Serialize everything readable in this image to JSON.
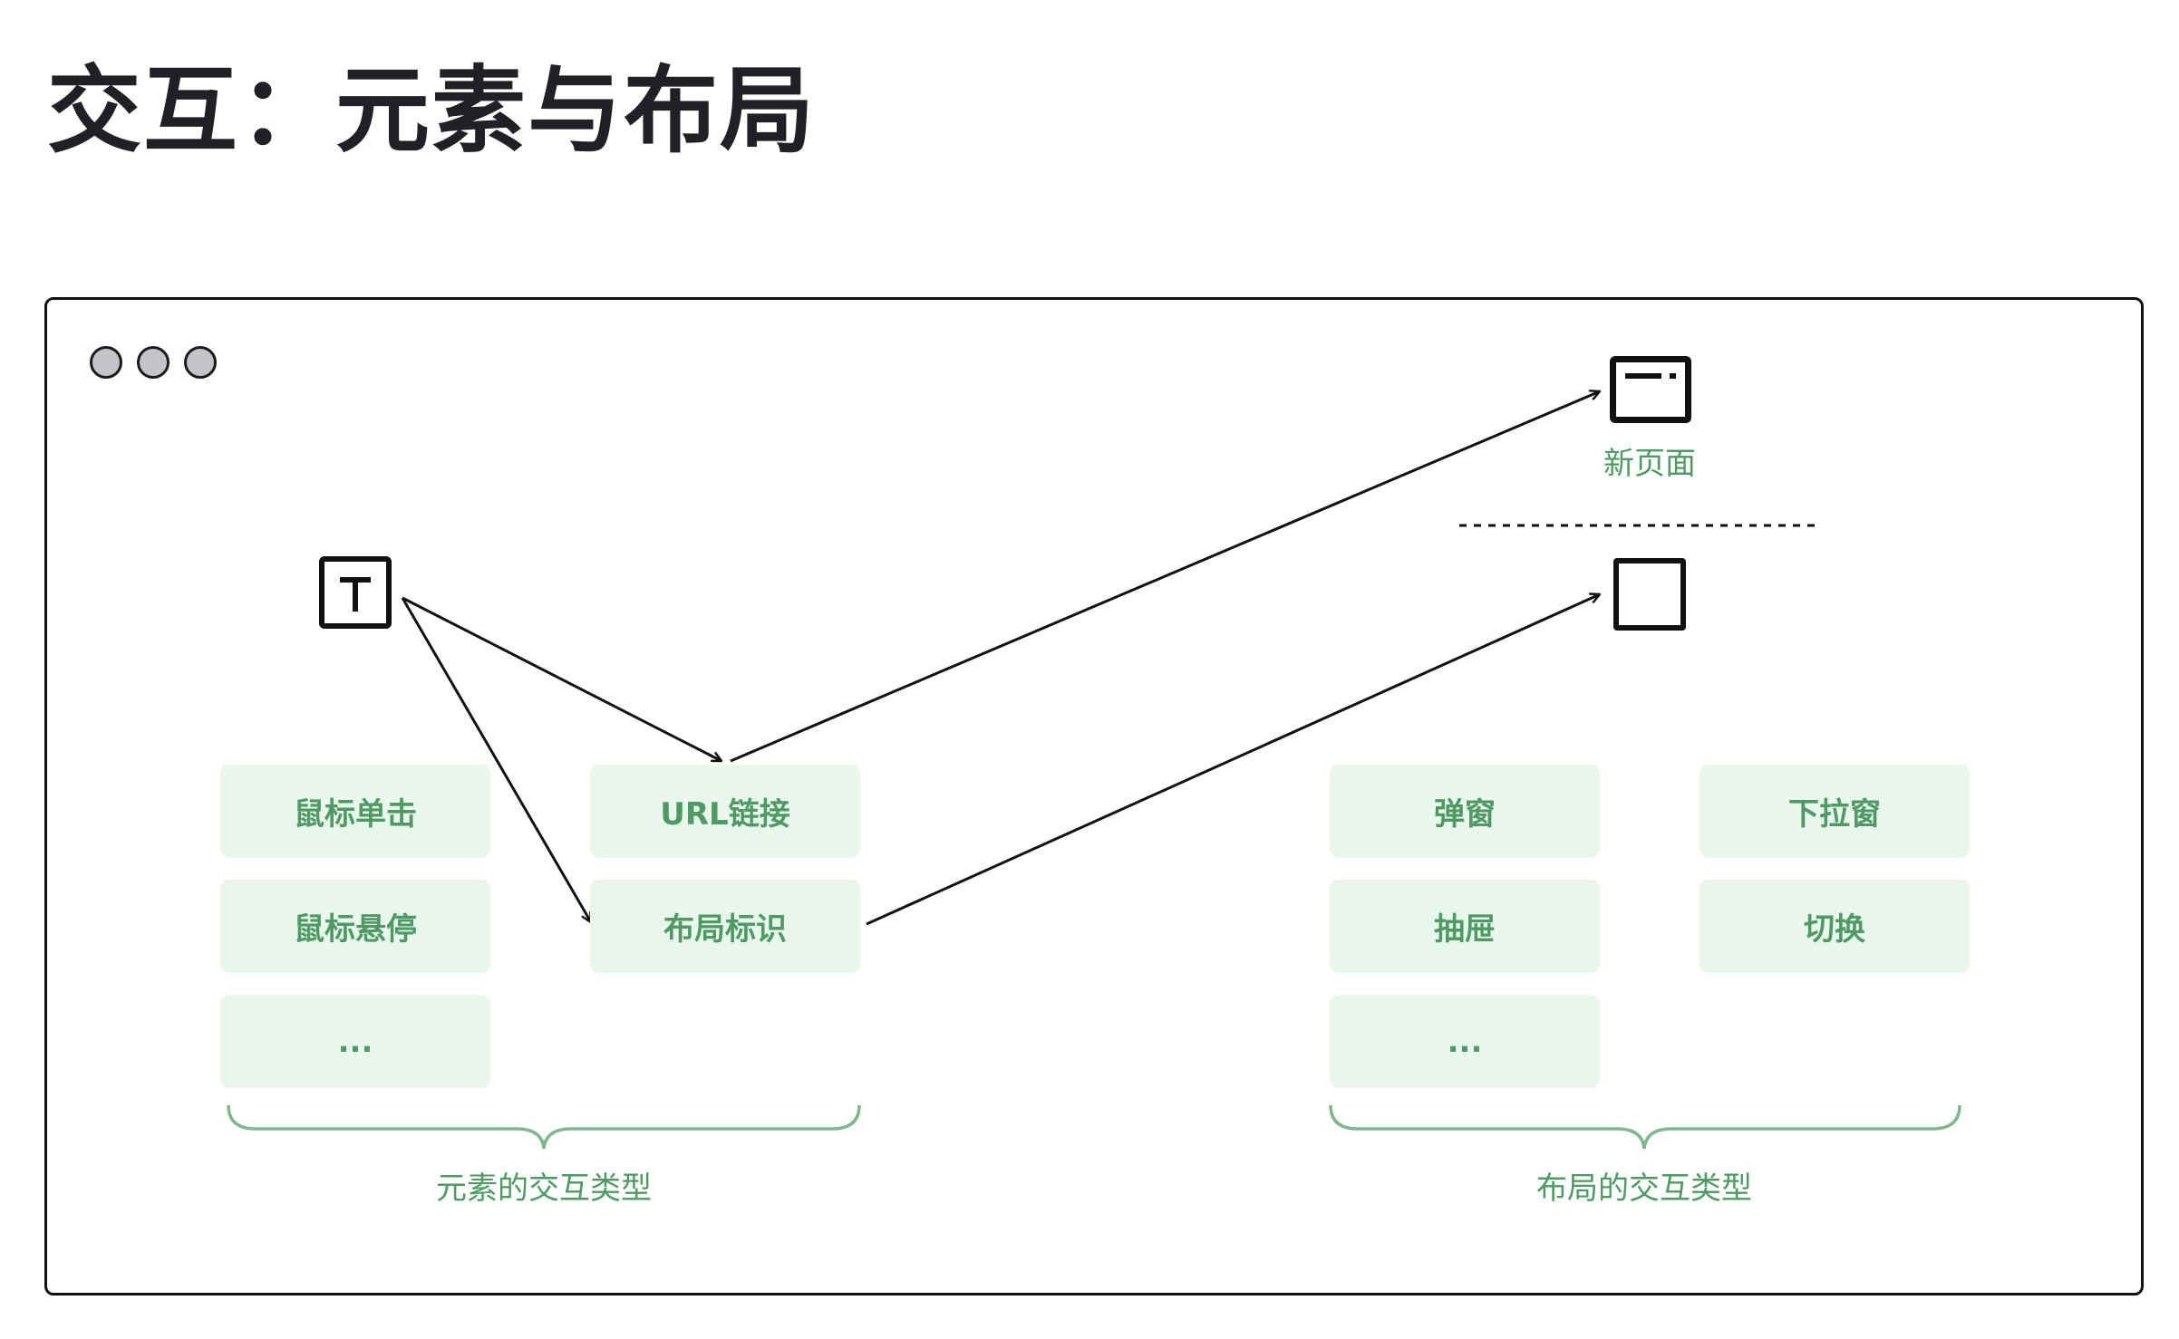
{
  "title": "交互：元素与布局",
  "window": {
    "controls": [
      "dot",
      "dot",
      "dot"
    ]
  },
  "icons": {
    "text": "text-t-icon",
    "new_page": "browser-window-icon",
    "layout": "square-icon"
  },
  "new_page_label": "新页面",
  "element_types": {
    "items": [
      "鼠标单击",
      "URL链接",
      "鼠标悬停",
      "布局标识",
      "..."
    ],
    "caption": "元素的交互类型"
  },
  "layout_types": {
    "items": [
      "弹窗",
      "下拉窗",
      "抽屉",
      "切换",
      "..."
    ],
    "caption": "布局的交互类型"
  },
  "colors": {
    "chip_bg": "#e8f6ec",
    "accent_green": "#4f9a64",
    "brace_green": "#7fb78f",
    "ink": "#111111"
  }
}
